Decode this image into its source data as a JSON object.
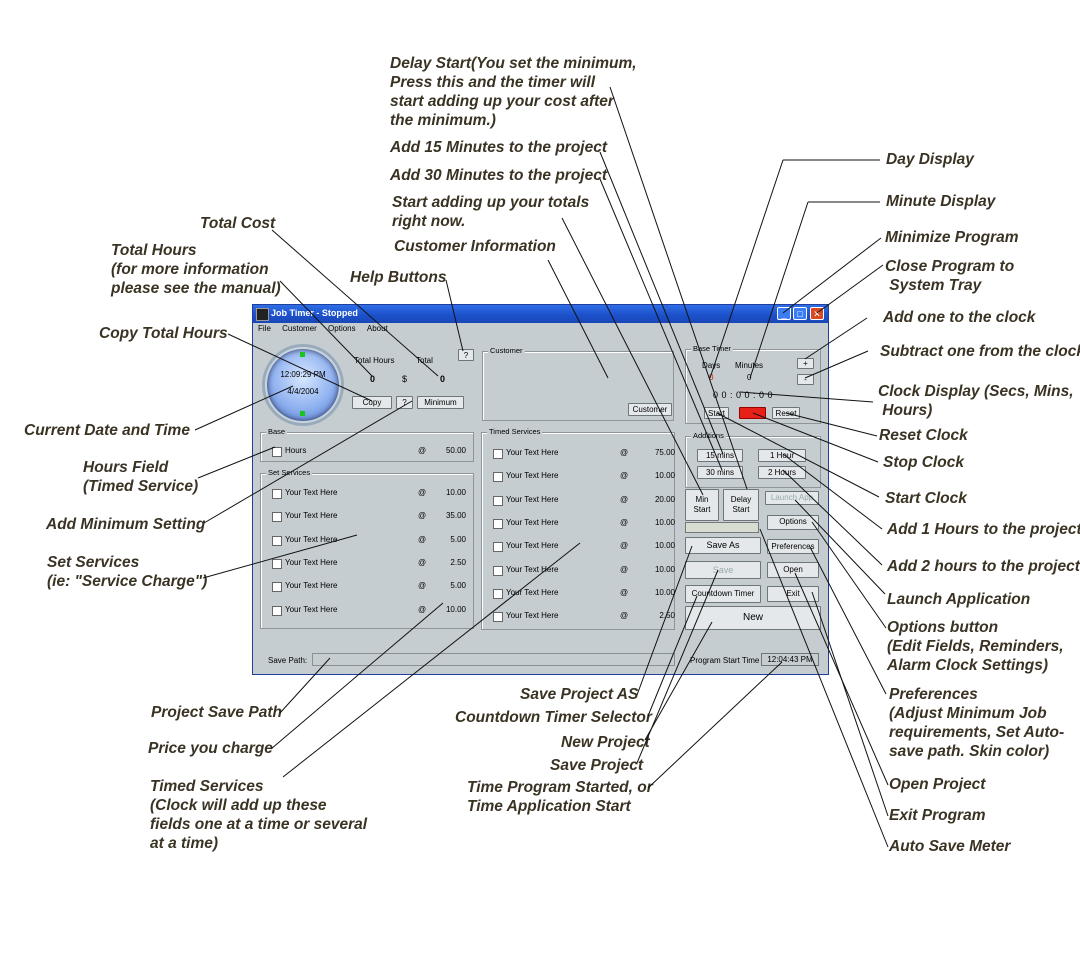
{
  "window": {
    "title": "Job Timer - Stopped",
    "menu": [
      "File",
      "Customer",
      "Options",
      "About"
    ],
    "controls": {
      "minimize": "_",
      "maximize": "□",
      "close": "✕"
    }
  },
  "clock": {
    "time": "12:09:29 PM",
    "date": "4/4/2004"
  },
  "totals": {
    "hours_label": "Total Hours",
    "total_label": "Total",
    "hours_value": "0",
    "dollar": "$",
    "total_value": "0",
    "help_label": "?",
    "copy_label": "Copy",
    "help2_label": "?",
    "minimum_label": "Minimum"
  },
  "customer": {
    "legend": "Customer",
    "button_label": "Customer"
  },
  "base": {
    "legend": "Base",
    "item": {
      "label": "Hours",
      "at": "@",
      "price": "50.00"
    }
  },
  "set_services": {
    "legend": "Set Services",
    "items": [
      {
        "label": "Your Text Here",
        "at": "@",
        "price": "10.00"
      },
      {
        "label": "Your Text Here",
        "at": "@",
        "price": "35.00"
      },
      {
        "label": "Your Text Here",
        "at": "@",
        "price": "5.00"
      },
      {
        "label": "Your Text Here",
        "at": "@",
        "price": "2.50"
      },
      {
        "label": "Your Text Here",
        "at": "@",
        "price": "5.00"
      },
      {
        "label": "Your Text Here",
        "at": "@",
        "price": "10.00"
      }
    ]
  },
  "timed_services": {
    "legend": "Timed Services",
    "items": [
      {
        "label": "Your Text Here",
        "at": "@",
        "price": "75.00"
      },
      {
        "label": "Your Text Here",
        "at": "@",
        "price": "10.00"
      },
      {
        "label": "Your Text Here",
        "at": "@",
        "price": "20.00"
      },
      {
        "label": "Your Text Here",
        "at": "@",
        "price": "10.00"
      },
      {
        "label": "Your Text Here",
        "at": "@",
        "price": "10.00"
      },
      {
        "label": "Your Text Here",
        "at": "@",
        "price": "10.00"
      },
      {
        "label": "Your Text Here",
        "at": "@",
        "price": "10.00"
      },
      {
        "label": "Your Text Here",
        "at": "@",
        "price": "2.50"
      }
    ]
  },
  "base_timer": {
    "legend": "Base Timer",
    "days_label": "Days",
    "minutes_label": "Minutes",
    "days_value": "0",
    "minutes_value": "0",
    "plus": "+",
    "minus": "-",
    "clock": "0 0 : 0 0 : 0 0",
    "start": "Start",
    "stop": "Stop",
    "reset": "Reset"
  },
  "additions": {
    "legend": "Additions",
    "b15": "15 mins",
    "b30": "30 mins",
    "b1h": "1 Hour",
    "b2h": "2 Hours"
  },
  "actions": {
    "min_start": "Min\nStart",
    "delay_start": "Delay\nStart",
    "launch_app": "Launch App",
    "options": "Options",
    "save_as": "Save As",
    "preferences": "Preferences",
    "save": "Save",
    "open": "Open",
    "countdown": "Countdown Timer",
    "exit": "Exit",
    "new": "New"
  },
  "footer": {
    "save_path_label": "Save Path:",
    "program_start_label": "Program Start Time",
    "program_start_value": "12:04:43 PM"
  },
  "annotations": {
    "delay_start": "Delay Start(You set the minimum,\nPress this and the timer will\nstart adding up your cost after\nthe minimum.)",
    "add15": "Add 15 Minutes to the project",
    "add30": "Add 30 Minutes to the project",
    "start_now": "Start adding up your totals\nright now.",
    "customer_info": "Customer Information",
    "help_buttons": "Help Buttons",
    "total_cost": "Total Cost",
    "total_hours": "Total Hours\n(for more information\nplease see the manual)",
    "copy_total": "Copy Total Hours",
    "current_dt": "Current Date and Time",
    "hours_field": "Hours Field\n(Timed Service)",
    "add_min": "Add Minimum Setting",
    "set_services": "Set Services\n(ie: \"Service Charge\")",
    "save_path": "Project Save Path",
    "price": "Price you charge",
    "timed_services": "Timed Services\n(Clock will add up these\nfields one at a time or several\nat a time)",
    "day_display": "Day Display",
    "minute_display": "Minute Display",
    "minimize": "Minimize Program",
    "close_tray": "Close Program to\n System Tray",
    "add_one": "Add one to the clock",
    "sub_one": "Subtract one from the clock",
    "clock_display": "Clock Display (Secs, Mins,\n Hours)",
    "reset": "Reset Clock",
    "stop": "Stop Clock",
    "start": "Start Clock",
    "add1h": "Add 1 Hours to the project",
    "add2h": "Add 2 hours to the project",
    "launch": "Launch Application",
    "options": "Options button\n(Edit Fields, Reminders,\nAlarm Clock Settings)",
    "prefs": "Preferences\n(Adjust Minimum Job\nrequirements, Set Auto-\nsave path. Skin color)",
    "open": "Open Project",
    "exit": "Exit Program",
    "autosave": "Auto Save Meter",
    "save_as": "Save Project AS",
    "countdown": "Countdown Timer Selector",
    "new_project": "New Project",
    "save_project": "Save Project",
    "time_started": "Time Program Started, or\nTime Application Start"
  },
  "colors": {
    "titlebar": "#1b4fc9",
    "window_bg": "#c5cdd0",
    "stop_button": "#e8201a",
    "annotation_text": "#3a3324",
    "timer_red": "#cc2200"
  }
}
